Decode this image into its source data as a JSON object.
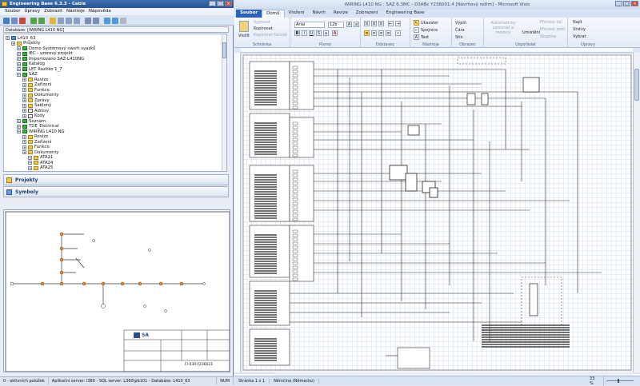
{
  "left_app": {
    "title": "Engineering Base 6.3.3 - Cable",
    "menu": [
      "Soubor",
      "Úpravy",
      "Zobrazit",
      "Nástroje",
      "Nápověda"
    ],
    "db_label": "Databáze: [WIRING L410 NG]",
    "tree": [
      {
        "label": "L410_63",
        "icon": "folder-blue",
        "level": 0
      },
      {
        "label": "Projekty",
        "icon": "folder-yellow",
        "level": 1
      },
      {
        "label": "Demo Systémový návrh svazků",
        "icon": "folder-green",
        "level": 2
      },
      {
        "label": "IEC - vzorový projekt",
        "icon": "folder-green",
        "level": 2
      },
      {
        "label": "Importovano SAZ-L410NG",
        "icon": "folder-green",
        "level": 2
      },
      {
        "label": "Katalog",
        "icon": "folder-green",
        "level": 2
      },
      {
        "label": "LET Razítko 1_7",
        "icon": "folder-green",
        "level": 2
      },
      {
        "label": "SAZ",
        "icon": "folder-green",
        "level": 2
      },
      {
        "label": "Revize",
        "icon": "folder-yellow",
        "level": 3
      },
      {
        "label": "Zařízení",
        "icon": "folder-yellow",
        "level": 3
      },
      {
        "label": "Funkce",
        "icon": "folder-yellow",
        "level": 3
      },
      {
        "label": "Dokumenty",
        "icon": "folder-yellow",
        "level": 3
      },
      {
        "label": "Zprávy",
        "icon": "folder-yellow",
        "level": 3
      },
      {
        "label": "Šablony",
        "icon": "folder-yellow",
        "level": 3
      },
      {
        "label": "Adresy",
        "icon": "book",
        "level": 3
      },
      {
        "label": "Kódy",
        "icon": "book",
        "level": 3
      },
      {
        "label": "Seznam",
        "icon": "folder-green",
        "level": 2
      },
      {
        "label": "TDE_Electrical",
        "icon": "folder-green",
        "level": 2
      },
      {
        "label": "WIRING L410 NG",
        "icon": "folder-green",
        "level": 2
      },
      {
        "label": "Revize",
        "icon": "folder-yellow",
        "level": 3
      },
      {
        "label": "Zařízení",
        "icon": "folder-yellow",
        "level": 3
      },
      {
        "label": "Funkce",
        "icon": "folder-yellow",
        "level": 3
      },
      {
        "label": "Dokumenty",
        "icon": "folder-yellow",
        "level": 3
      },
      {
        "label": "ATA21",
        "icon": "folder-yellow",
        "level": 4
      },
      {
        "label": "ATA24",
        "icon": "folder-yellow",
        "level": 4
      },
      {
        "label": "ATA25",
        "icon": "folder-yellow",
        "level": 4
      }
    ],
    "nav_buttons": [
      "Projekty",
      "Symboly"
    ],
    "title_block": {
      "company": "SA",
      "drawing_no": "FI-03R-Y236021"
    },
    "status": [
      "0 - aktivních položek",
      "Aplikační server: l380 - SQL server: L360\\pb101 - Databáze: L410_63",
      "NUM"
    ]
  },
  "right_app": {
    "title": "WIRING L410 NG : SAZ 6.3MC - D3ABc Y236001.4 [Návrhový režim] - Microsoft Visio",
    "tabs": [
      "Soubor",
      "Domů",
      "Vložení",
      "Návrh",
      "Revize",
      "Zobrazení",
      "Engineering Base"
    ],
    "active_tab": "Domů",
    "ribbon": {
      "clipboard": {
        "paste": "Vložit",
        "cut": "Vyjmout",
        "copy": "Kopírovat",
        "format_painter": "Kopírovat formát",
        "label": "Schránka"
      },
      "font": {
        "name": "Arial",
        "size": "12b",
        "label": "Písmo"
      },
      "paragraph": {
        "label": "Odstavec"
      },
      "tools": {
        "pointer": "Ukazatel",
        "connector": "Spojnice",
        "text": "Text",
        "label": "Nástroje"
      },
      "shape": {
        "fill": "Výplň",
        "line": "Čára",
        "shadow": "Stín",
        "label": "Obrazec"
      },
      "arrange": {
        "auto_align": "Automaticky zarovnat a mezery",
        "position": "Umístění",
        "bring_front": "Přenést dál",
        "send_back": "Přenést zpět",
        "group": "Skupina",
        "label": "Uspořádat"
      },
      "editing": {
        "find": "Najít",
        "layers": "Vrstvy",
        "select": "Vybrat",
        "label": "Úpravy"
      }
    },
    "status": {
      "page": "Stránka 1 z 1",
      "language": "Němčina (Německo)",
      "zoom": "33 %"
    }
  }
}
